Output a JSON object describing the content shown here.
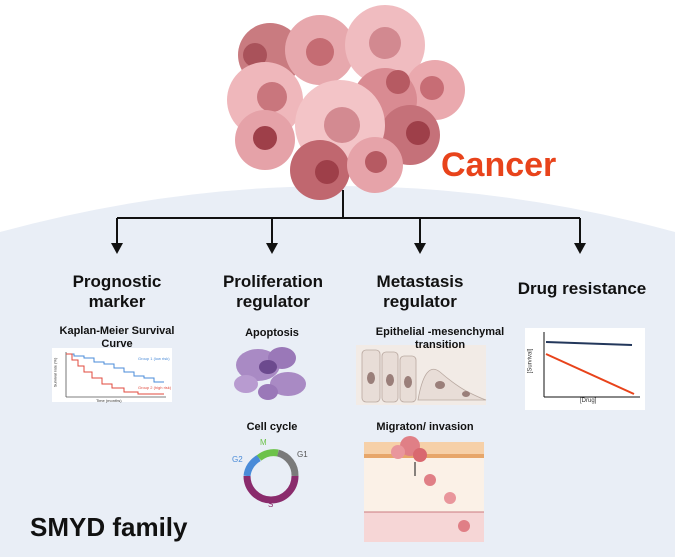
{
  "title": "Cancer",
  "family_label": "SMYD family",
  "branches": [
    {
      "heading_line1": "Prognostic",
      "heading_line2": "marker",
      "sub1_line1": "Kaplan-Meier Survival",
      "sub1_line2": "Curve"
    },
    {
      "heading_line1": "Proliferation",
      "heading_line2": "regulator",
      "sub1": "Apoptosis",
      "sub2": "Cell cycle"
    },
    {
      "heading_line1": "Metastasis",
      "heading_line2": "regulator",
      "sub1_line1": "Epithelial -mesenchymal",
      "sub1_line2": "transition",
      "sub2": "Migraton/ invasion"
    },
    {
      "heading": "Drug resistance"
    }
  ],
  "km_plot": {
    "group1": "Group 1 (low risk)",
    "group2": "Group 2 (high risk)",
    "xlabel": "Time (months)",
    "ylabel": "Survival rate (%)"
  },
  "cell_cycle": {
    "m": "M",
    "g1": "G1",
    "g2": "G2",
    "s": "S"
  },
  "drug_plot": {
    "ylabel": "[Survival]",
    "xlabel": "[Drug]"
  },
  "colors": {
    "accent": "#e8431b",
    "panel": "#e9eef6",
    "navy": "#23375b"
  }
}
